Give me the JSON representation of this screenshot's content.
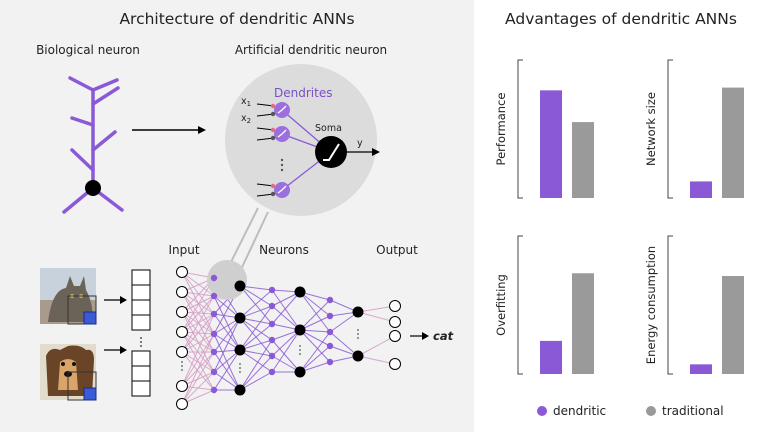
{
  "left": {
    "title": "Architecture of dendritic ANNs",
    "bio_label": "Biological neuron",
    "art_label": "Artificial dendritic neuron",
    "dendrites_label": "Dendrites",
    "soma_label": "Soma",
    "x1": "x",
    "x1_sub": "1",
    "x2": "x",
    "x2_sub": "2",
    "y": "y",
    "input_label": "Input",
    "neurons_label": "Neurons",
    "output_label": "Output",
    "output_value": "cat"
  },
  "right": {
    "title": "Advantages of dendritic ANNs",
    "legend": [
      {
        "name": "dendritic",
        "color": "#8a5ad6"
      },
      {
        "name": "traditional",
        "color": "#9a9a9a"
      }
    ]
  },
  "chart_data": [
    {
      "type": "bar",
      "ylabel": "Performance",
      "categories": [
        "dendritic",
        "traditional"
      ],
      "values": [
        0.78,
        0.55
      ],
      "ylim": [
        0,
        1
      ]
    },
    {
      "type": "bar",
      "ylabel": "Network size",
      "categories": [
        "dendritic",
        "traditional"
      ],
      "values": [
        0.12,
        0.8
      ],
      "ylim": [
        0,
        1
      ]
    },
    {
      "type": "bar",
      "ylabel": "Overfitting",
      "categories": [
        "dendritic",
        "traditional"
      ],
      "values": [
        0.24,
        0.73
      ],
      "ylim": [
        0,
        1
      ]
    },
    {
      "type": "bar",
      "ylabel": "Energy consumption",
      "categories": [
        "dendritic",
        "traditional"
      ],
      "values": [
        0.07,
        0.71
      ],
      "ylim": [
        0,
        1
      ]
    }
  ],
  "colors": {
    "purple": "#8a5ad6",
    "gray": "#9a9a9a",
    "pink": "#d39bc6",
    "circle": "#dcdcdc"
  }
}
